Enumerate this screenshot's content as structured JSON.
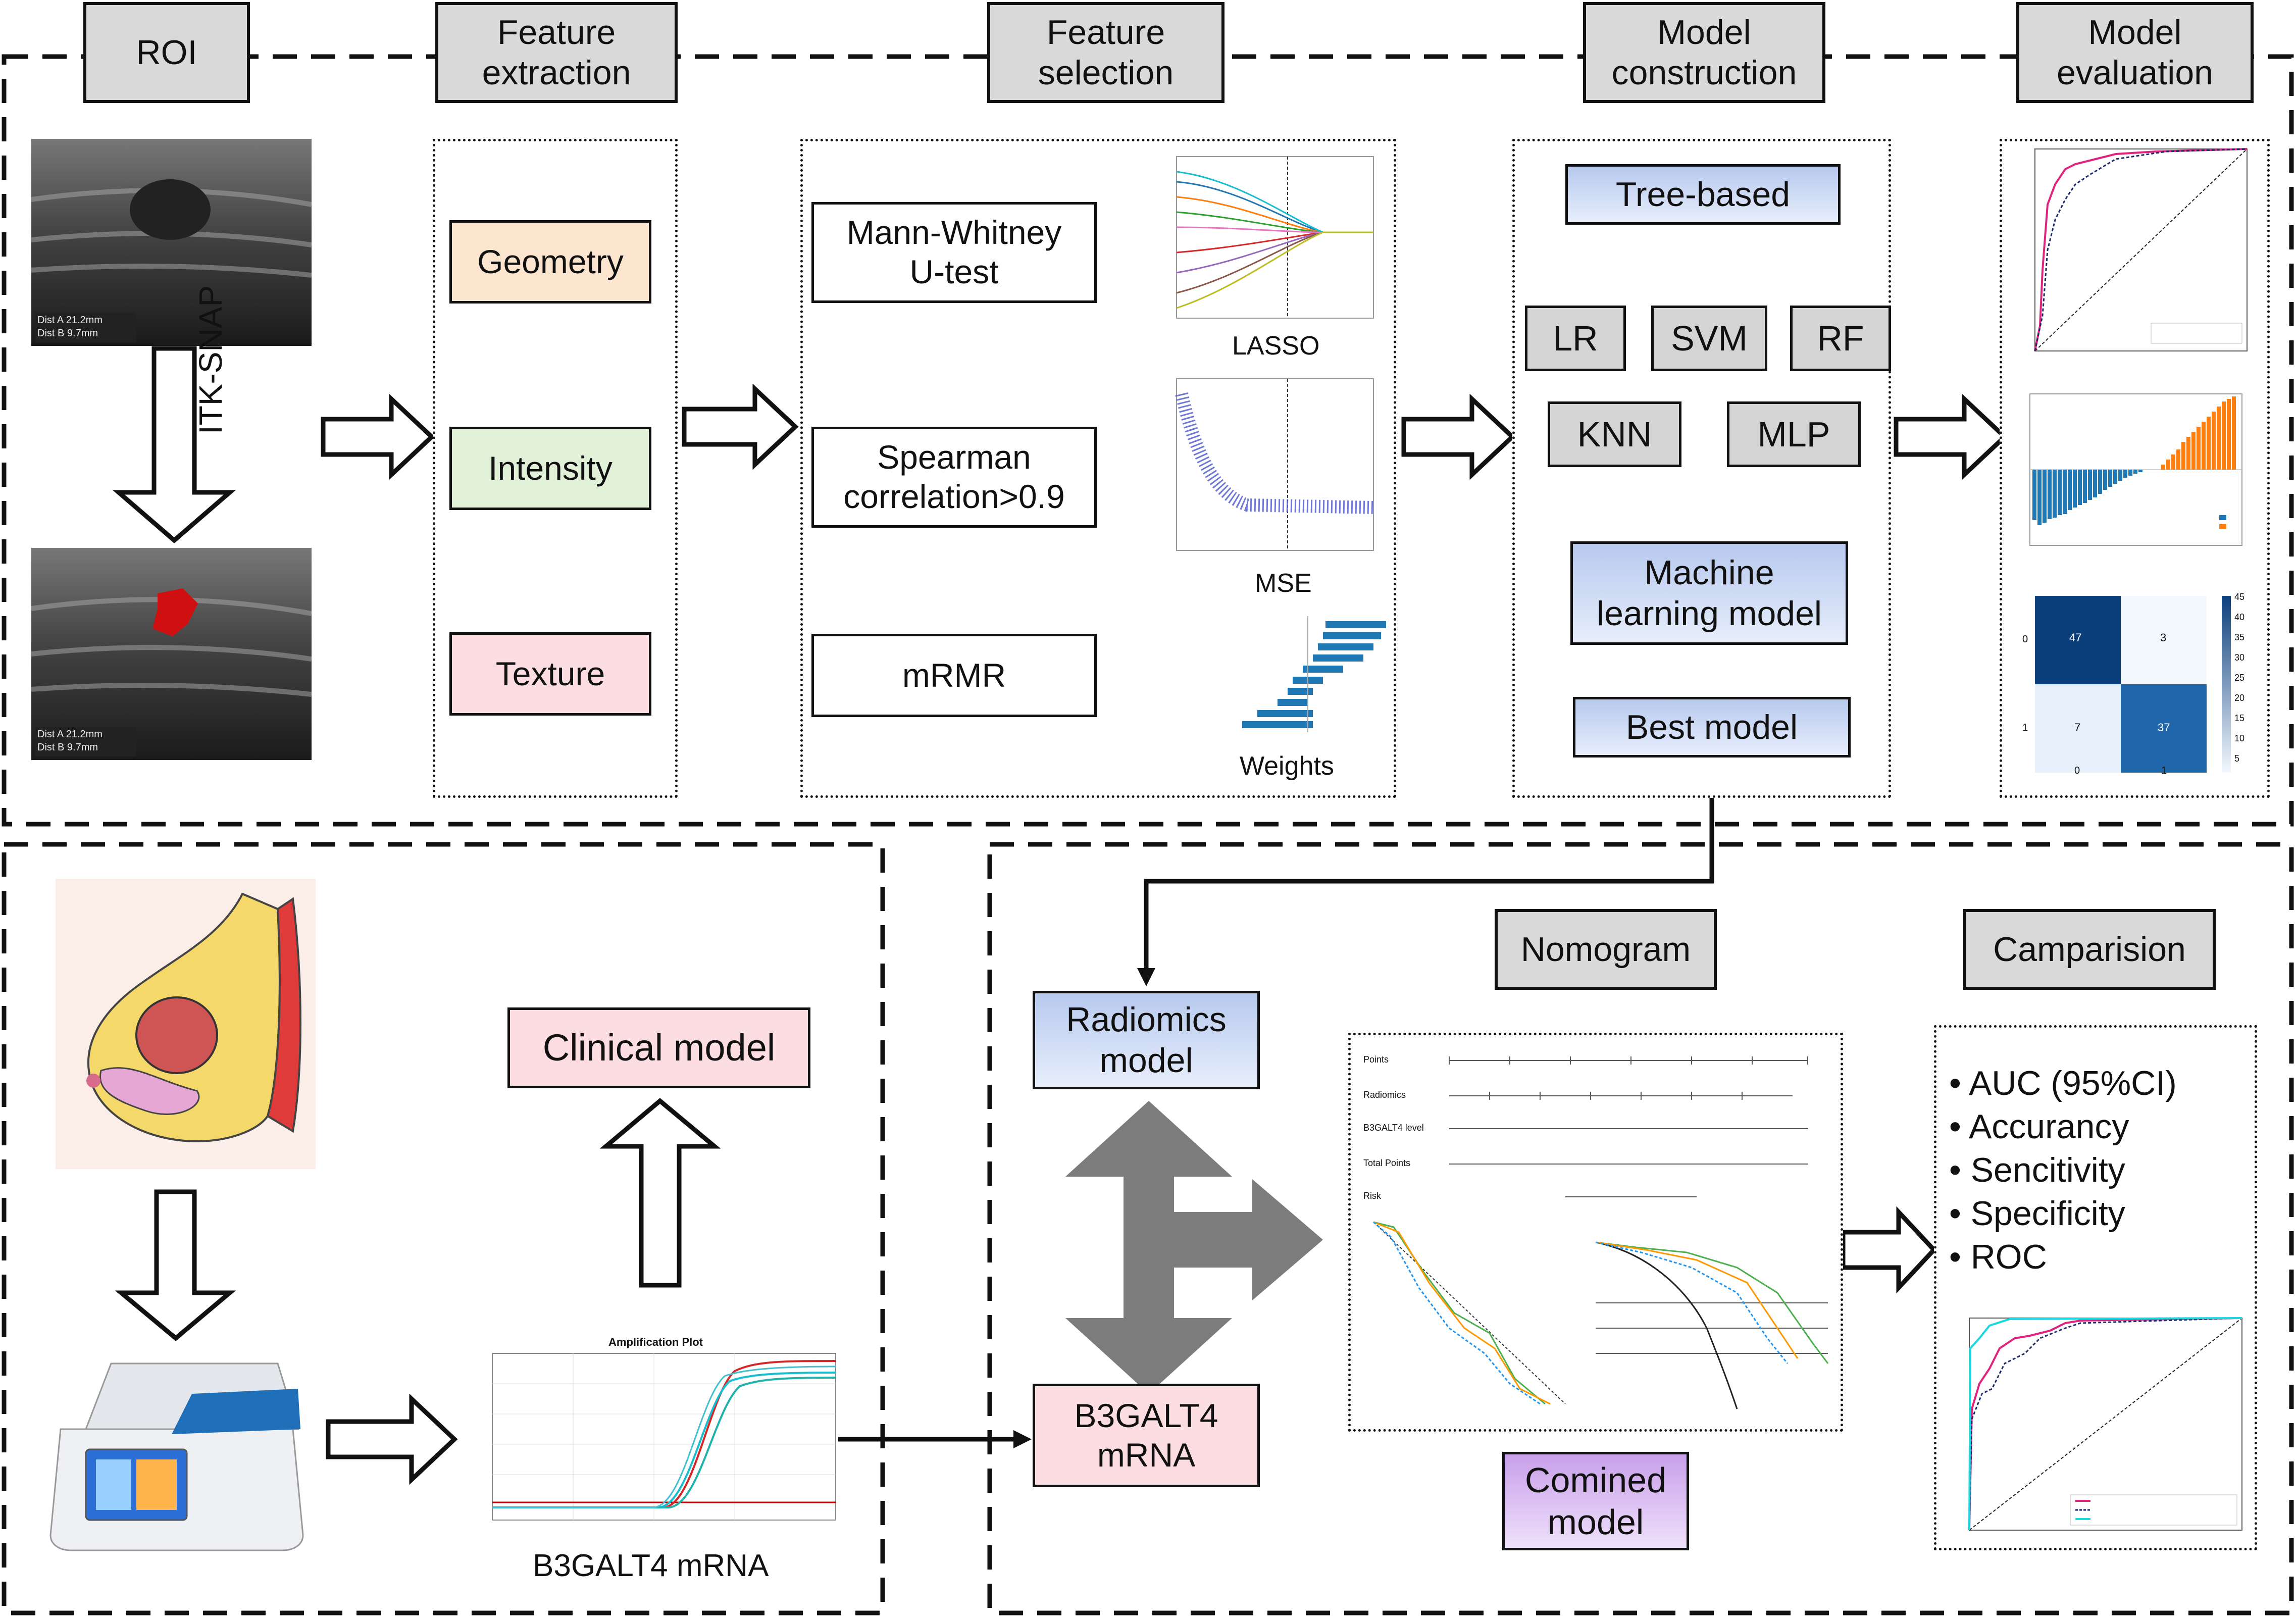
{
  "headers": {
    "roi": "ROI",
    "extraction": "Feature\nextraction",
    "selection": "Feature\nselection",
    "construction": "Model\nconstruction",
    "evaluation": "Model\nevaluation",
    "nomogram": "Nomogram",
    "comparison": "Camparision"
  },
  "roi": {
    "tool": "ITK-SNAP",
    "meas1a": "Dist A   21.2mm",
    "meas1b": "Dist B    9.7mm",
    "meas2a": "Dist A   21.2mm",
    "meas2b": "Dist B    9.7mm"
  },
  "features": [
    "Geometry",
    "Intensity",
    "Texture"
  ],
  "selection": {
    "methods": [
      "Mann-Whitney\nU-test",
      "Spearman\ncorrelation>0.9",
      "mRMR"
    ],
    "plots": [
      "LASSO",
      "MSE",
      "Weights"
    ]
  },
  "construction": {
    "tree": "Tree-based",
    "models": [
      "LR",
      "SVM",
      "RF",
      "KNN",
      "MLP"
    ],
    "ml": "Machine\nlearning model",
    "best": "Best model"
  },
  "evaluation": {
    "matrix": [
      [
        "47",
        "3"
      ],
      [
        "7",
        "37"
      ]
    ],
    "colorbar": [
      "45",
      "40",
      "35",
      "30",
      "25",
      "20",
      "15",
      "10",
      "5"
    ],
    "axis": [
      "0",
      "1"
    ]
  },
  "lower": {
    "clinical": "Clinical model",
    "mrna_caption": "B3GALT4 mRNA",
    "radiomics": "Radiomics\nmodel",
    "b3galt4": "B3GALT4\nmRNA",
    "combined": "Comined\nmodel",
    "amp_title": "Amplification Plot"
  },
  "nomogram_rows": [
    "Points",
    "Radiomics",
    "B3GALT4 level",
    "Total Points",
    "Risk"
  ],
  "comparison_items": [
    "AUC (95%CI)",
    "Accurancy",
    "Sencitivity",
    "Specificity",
    "ROC"
  ],
  "colors": {
    "blue": "#1f77b4",
    "orange": "#ff7f0e",
    "magenta": "#e0247e",
    "cyan": "#18d8e0",
    "tumor": "#d01010"
  }
}
